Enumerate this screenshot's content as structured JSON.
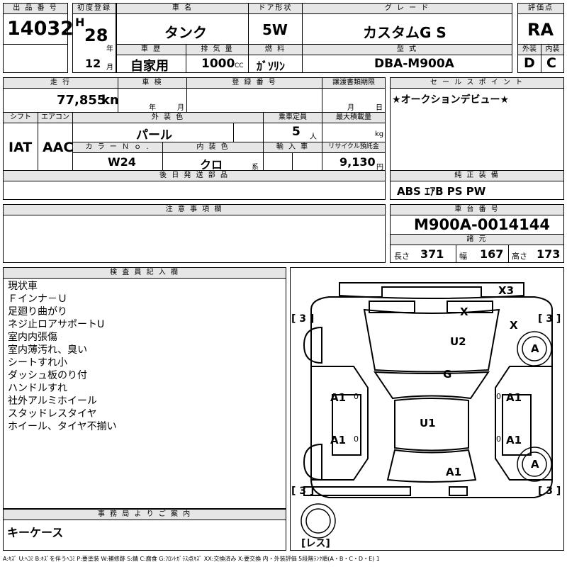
{
  "headers": {
    "lot_no": "出 品 番 号",
    "first_reg": "初度登録",
    "car_name": "車 名",
    "door": "ドア形状",
    "grade": "グ レ ー ド",
    "eval": "評価点",
    "history": "車 歴",
    "displacement": "排 気 量",
    "fuel": "燃 料",
    "model_type": "型 式",
    "exterior": "外装",
    "interior": "内装",
    "mileage": "走 行",
    "inspection": "車 検",
    "reg_no": "登 録 番 号",
    "transfer_deadline": "譲渡書類期限",
    "sales_point": "セ ー ル ス ポ イ ン ト",
    "shift": "シフト",
    "ac": "エアコン",
    "ext_color": "外 装 色",
    "capacity": "乗車定員",
    "max_load": "最大積載量",
    "color_no": "カ ラ ー Ｎ ｏ .",
    "int_color": "内 装 色",
    "import": "輸 入 車",
    "recycle": "リサイクル預託金",
    "later_parts": "後 日 発 送 部 品",
    "genuine_equip": "純 正 装 備",
    "caution": "注 意 事 項 欄",
    "chassis_no": "車 台 番 号",
    "dims": "諸 元",
    "inspector": "検 査 員 記 入 欄",
    "office": "事 務 局 よ り ご 案 内"
  },
  "values": {
    "lot_no": "14032",
    "era": "H",
    "year": "28",
    "year_unit": "年",
    "month": "12",
    "month_unit": "月",
    "car_name": "タンク",
    "door": "5W",
    "grade": "カスタムG S",
    "eval": "RA",
    "history": "自家用",
    "displacement": "1000",
    "displacement_unit": "CC",
    "fuel": "ｶﾞｿﾘﾝ",
    "model_type": "DBA-M900A",
    "exterior": "D",
    "interior": "C",
    "mileage": "77,855",
    "mileage_unit": "km",
    "insp_year_unit": "年",
    "insp_month_unit": "月",
    "transfer_month_unit": "月",
    "transfer_day_unit": "日",
    "sales_point": "★オークションデビュー★",
    "shift": "IAT",
    "ac": "AAC",
    "ext_color": "パール",
    "capacity": "5",
    "capacity_unit": "人",
    "max_load_unit": "kg",
    "color_no": "W24",
    "int_color": "クロ",
    "int_color_unit": "系",
    "recycle": "9,130",
    "recycle_unit": "円",
    "genuine_equip": "ABS ｴｱB PS PW",
    "chassis_no": "M900A-0014144",
    "length_label": "長さ",
    "length": "371",
    "width_label": "幅",
    "width": "167",
    "height_label": "高さ",
    "height": "173"
  },
  "inspector_notes": [
    "現状車",
    "Ｆインナ－Ｕ",
    "足廻り曲がり",
    "ネジ止ロアサポートU",
    "室内内張傷",
    "室内薄汚れ、臭い",
    "シートすれ小",
    "ダッシュ板のり付",
    "ハンドルすれ",
    "社外アルミホイール",
    "スタッドレスタイヤ",
    "ホイール、タイヤ不揃い"
  ],
  "office_note": "キーケース",
  "diagram": {
    "x3": "X3",
    "x_top": "X",
    "x_right": "X",
    "u2": "U2",
    "g": "G",
    "a1_l_front": "A1",
    "a1_r_front": "A1",
    "zero_lf": "0",
    "zero_rf": "0",
    "u1": "U1",
    "a1_l_rear": "A1",
    "a1_r_rear": "A1",
    "zero_lr": "0",
    "zero_rr": "0",
    "a1_rear": "A1",
    "a_rf_wheel": "A",
    "a_rr_wheel": "A",
    "tire_lf": "[ 3 ]",
    "tire_rf": "[ 3 ]",
    "tire_lr": "[ 3 ]",
    "tire_rr": "[ 3 ]",
    "spare": "[レス]"
  },
  "legend": "A:ｷｽﾞ U:ﾍｺﾐ B:ｷｽﾞを伴うﾍｺﾐ P:要塗装 W:補修跡 S:錆 C:腐食 G:ﾌﾛﾝﾄｶﾞﾗｽ点ｷｽﾞ XX:交換済み X:要交換 内・外装評価 5段階ﾗﾝｸ順(A・B・C・D・E) 1"
}
